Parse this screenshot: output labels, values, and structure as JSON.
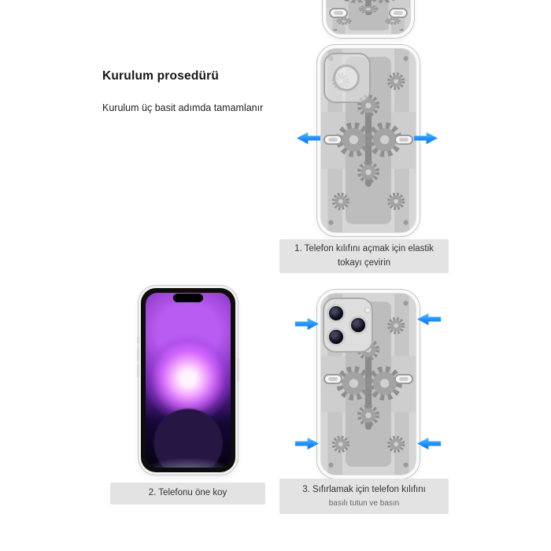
{
  "header": {
    "title": "Kurulum prosedürü",
    "subtitle": "Kurulum üç basit adımda tamamlanır"
  },
  "steps": {
    "step1": {
      "line1": "1. Telefon kılıfını açmak için elastik",
      "line2": "tokayı çevirin"
    },
    "step2": {
      "line1": "2. Telefonu öne koy"
    },
    "step3": {
      "line1": "3. Sıfırlamak için telefon kılıfını",
      "line2": "basılı tutun ve basın"
    }
  },
  "icons": {
    "step1_arrows": "outward-horizontal-arrows",
    "step3_arrows": "inward-press-arrows"
  },
  "colors": {
    "arrow_blue": "#1e8fff",
    "caption_bg": "#e3e3e3",
    "case_gray": "#dcdcdc",
    "screen_purple": "#8038bb"
  }
}
